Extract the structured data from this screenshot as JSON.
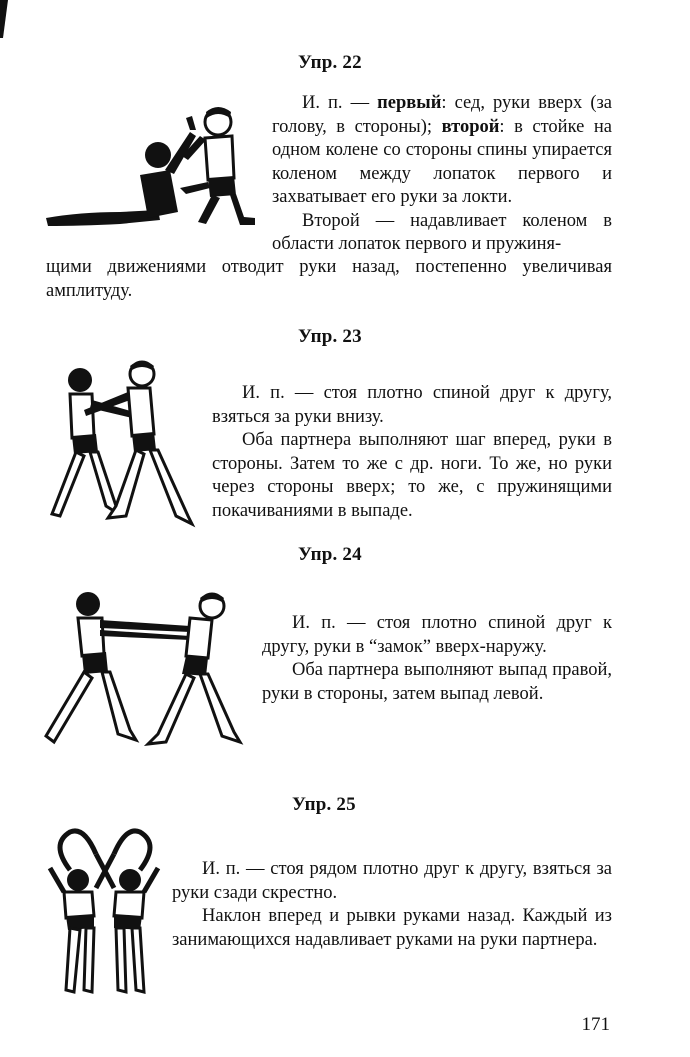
{
  "exercises": [
    {
      "title": "Упр. 22",
      "p1": [
        {
          "t": "И. п. — ",
          "b": false
        },
        {
          "t": "первый",
          "b": true
        },
        {
          "t": ": сед, руки вверх (за голову, в стороны); ",
          "b": false
        },
        {
          "t": "второй",
          "b": true
        },
        {
          "t": ": в стойке на одном колене со стороны спины упирается коленом между лопаток первого и захватывает его руки за локти.",
          "b": false
        }
      ],
      "p2_narrow": "Второй — надавливает коленом в области лопаток первого и пружиня-",
      "p2_wide": "щими движениями отводит руки назад, постепенно увеличивая амплитуду."
    },
    {
      "title": "Упр. 23",
      "p1": "И. п. — стоя плотно спиной друг к другу, взяться за руки внизу.",
      "p2": "Оба партнера выполняют шаг вперед, руки в стороны. Затем то же с др. ноги. То же, но руки через стороны вверх; то же, с пружинящими покачиваниями в выпаде."
    },
    {
      "title": "Упр. 24",
      "p1": "И. п. — стоя плотно спиной друг к другу, руки в “замок” вверх-наружу.",
      "p2": "Оба партнера выполняют выпад правой, руки в стороны, затем выпад левой."
    },
    {
      "title": "Упр. 25",
      "p1": "И. п. — стоя рядом плотно друг к другу, взяться за руки сзади скрестно.",
      "p2": "Наклон вперед и рывки руками назад. Каждый из занимающихся надавливает руками на руки партнера."
    }
  ],
  "page_number": "171",
  "colors": {
    "ink": "#111111",
    "paper": "#ffffff"
  }
}
